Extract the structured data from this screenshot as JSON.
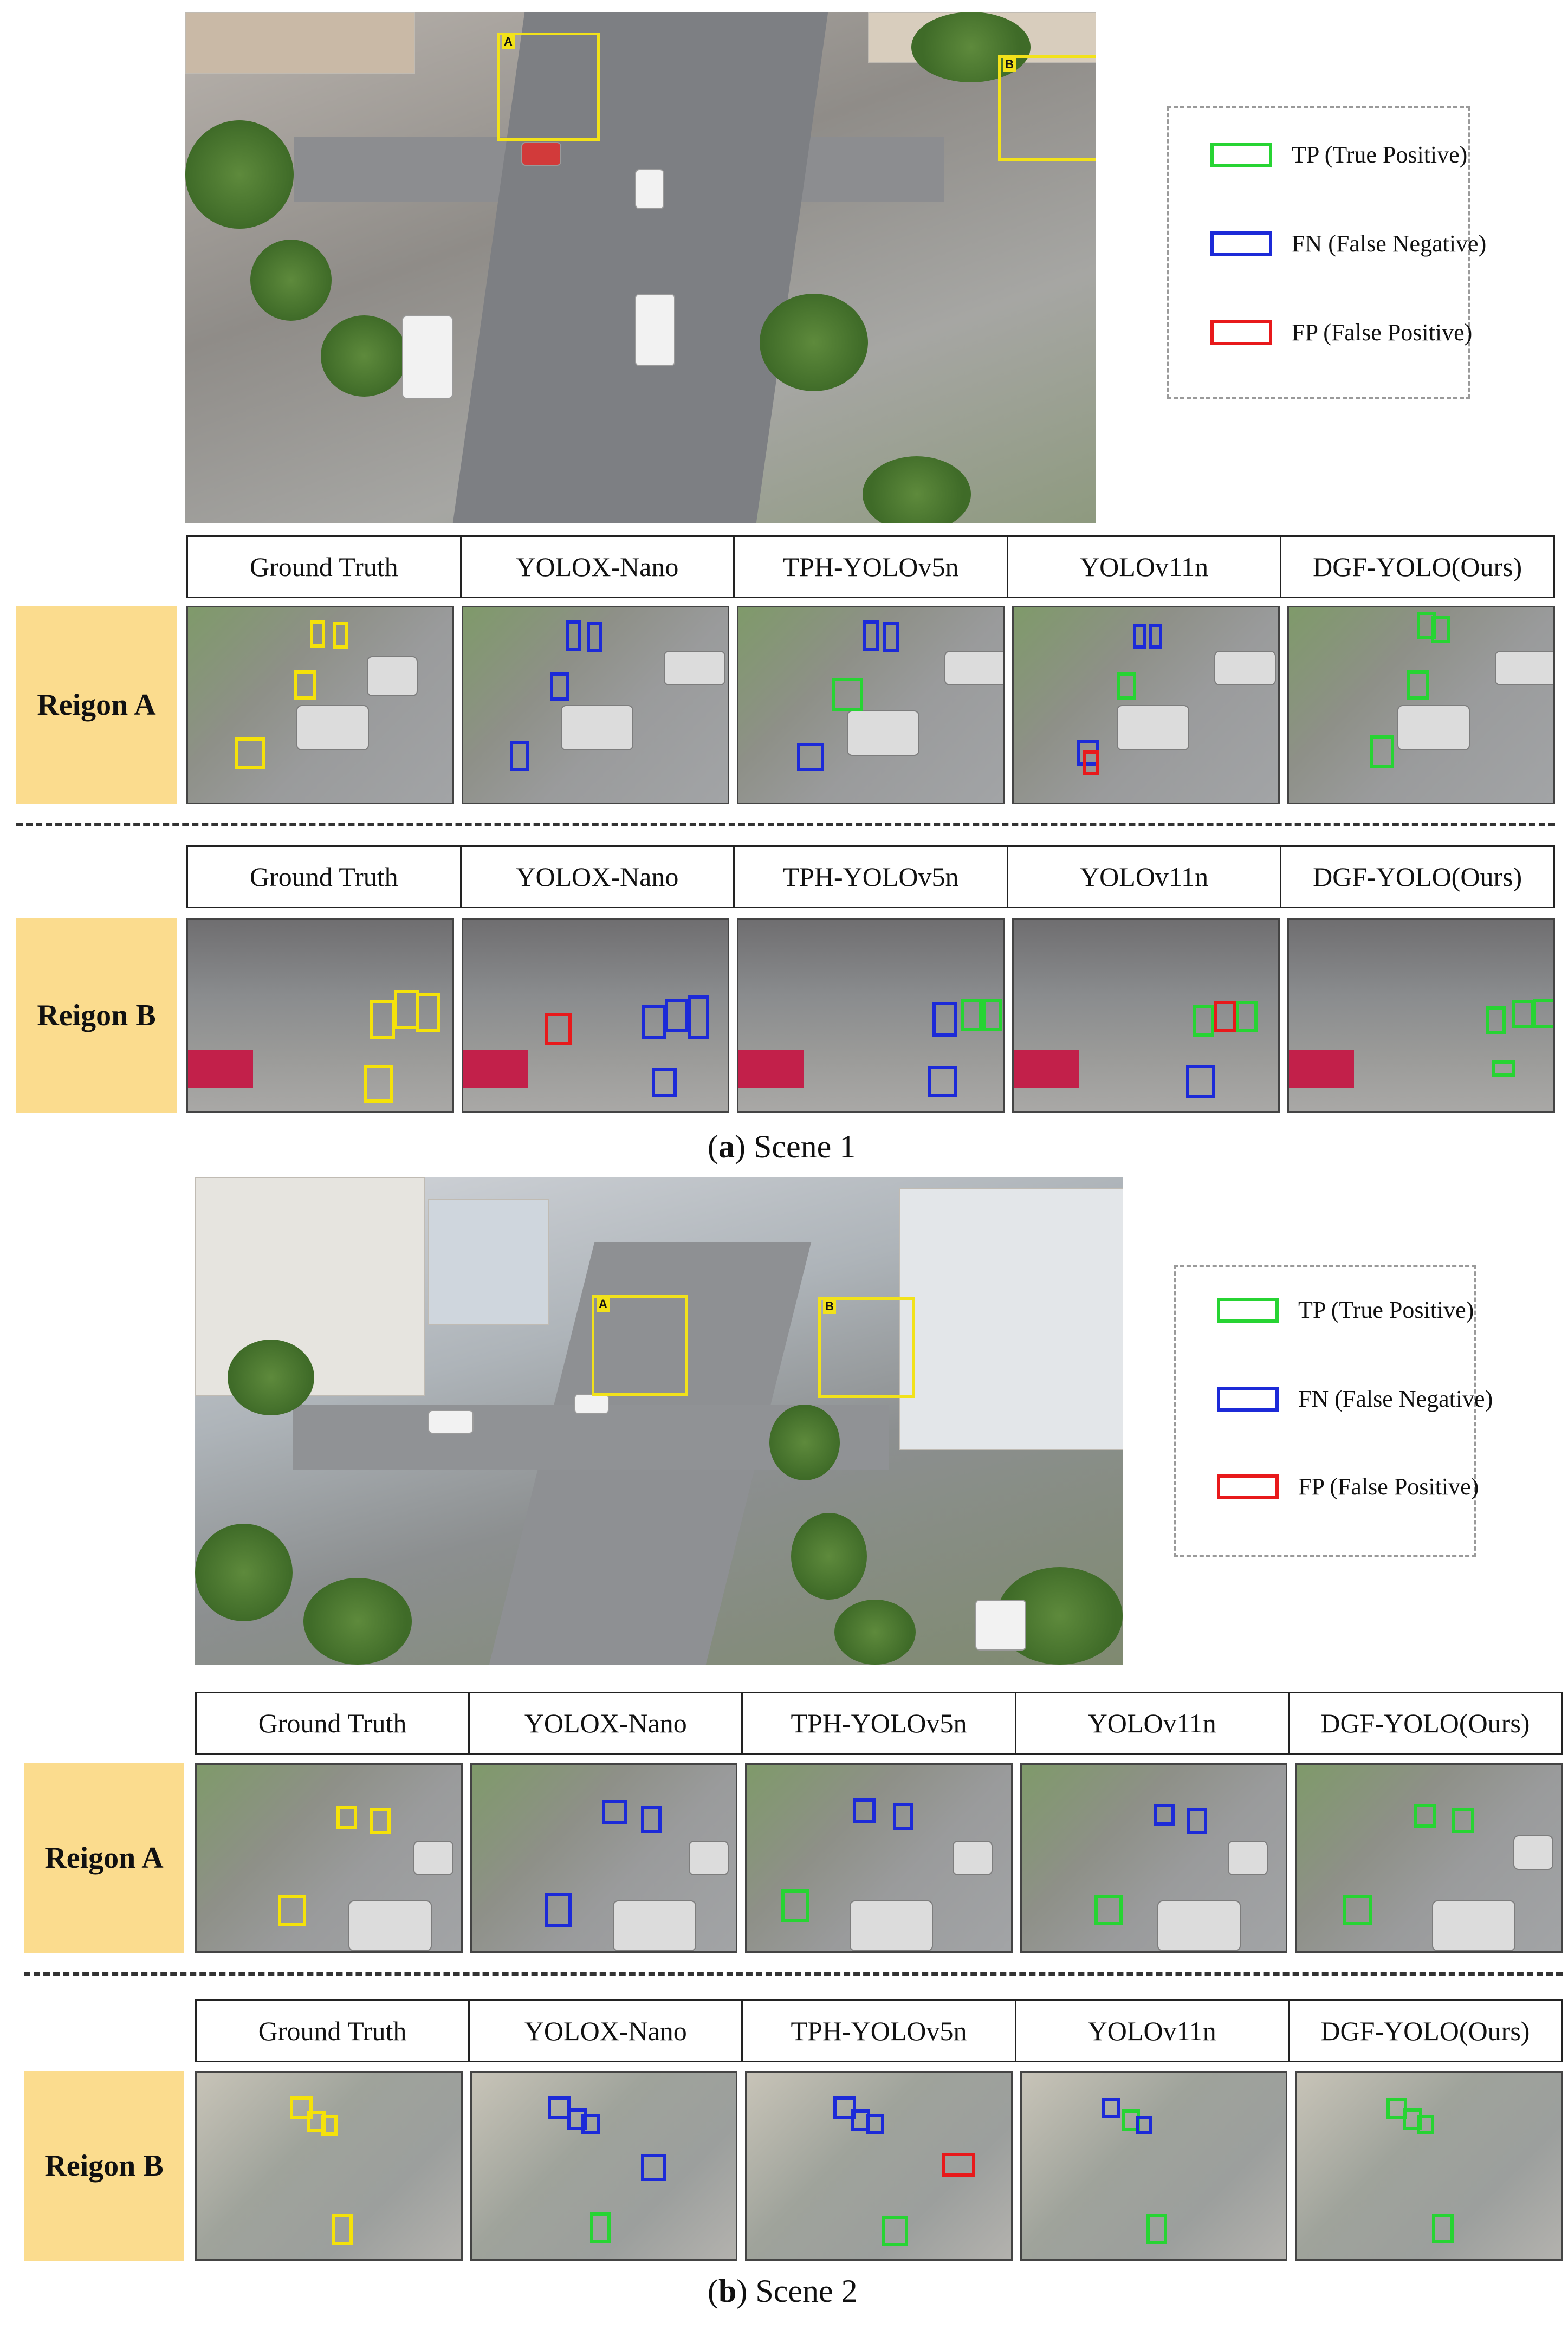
{
  "legend": {
    "items": [
      {
        "label": "TP (True Positive)",
        "color": "#27d433"
      },
      {
        "label": "FN (False Negative)",
        "color": "#1c2ad8"
      },
      {
        "label": "FP (False Positive)",
        "color": "#e8191b"
      }
    ]
  },
  "columns": [
    "Ground Truth",
    "YOLOX-Nano",
    "TPH-YOLOv5n",
    "YOLOv11n",
    "DGF-YOLO(Ours)"
  ],
  "region_tags": {
    "a": "A",
    "b": "B"
  },
  "scene1": {
    "caption_letter": "a",
    "caption_open": "(",
    "caption_close": ") Scene 1",
    "region_a_label": "Reigon A",
    "region_b_label": "Reigon B"
  },
  "scene2": {
    "caption_letter": "b",
    "caption_open": "(",
    "caption_close": ") Scene 2",
    "region_a_label": "Reigon A",
    "region_b_label": "Reigon B"
  },
  "box_colors": {
    "ground_truth": "#f5e20a",
    "true_positive": "#27d433",
    "false_negative": "#1c2ad8",
    "false_positive": "#e8191b"
  }
}
